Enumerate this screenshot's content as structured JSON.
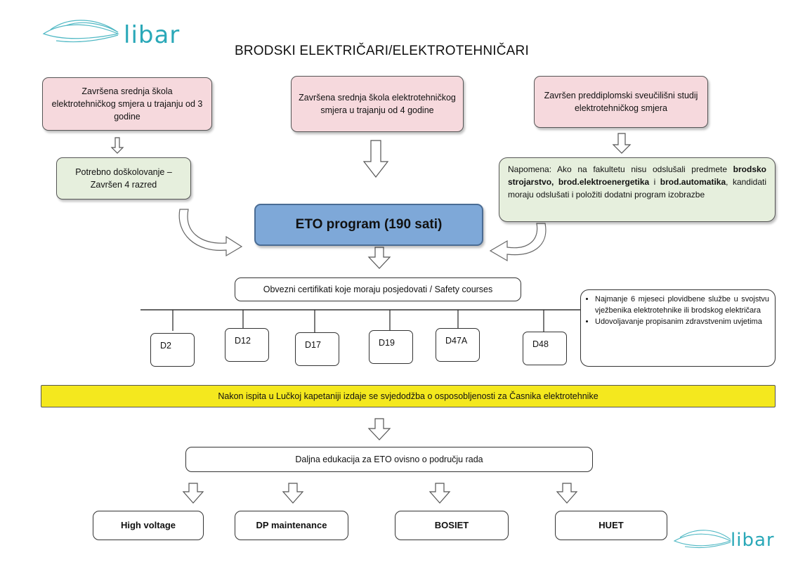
{
  "logo_top": {
    "word": "libar"
  },
  "logo_bottom": {
    "word": "libar"
  },
  "title": "BRODSKI ELEKTRIČARI/ELEKTROTEHNIČARI",
  "entry": {
    "left": "Završena srednja škola elektrotehničkog smjera u trajanju od 3 godine",
    "middle": "Završena srednja škola elektrotehničkog smjera u trajanju od 4  godine",
    "right": "Završen preddiplomski sveučilišni studij elektrotehničkog smjera"
  },
  "extra_training": "Potrebno doškolovanje – Završen 4 razred",
  "note": {
    "p1": "Napomena: Ako na fakultetu nisu odslušali predmete ",
    "b1": "brodsko strojarstvo, brod.elektroenergetika",
    "p2": " i ",
    "b2": "brod.automatika",
    "p3": ", kandidati moraju odslušati i položiti dodatni program izobrazbe"
  },
  "eto_program": "ETO program (190 sati)",
  "certificates": "Obvezni certifikati koje moraju posjedovati / Safety courses",
  "courses": [
    "D2",
    "D12",
    "D17",
    "D19",
    "D47A",
    "D48"
  ],
  "requirements": [
    "Najmanje 6 mjeseci plovidbene službe u svojstvu vježbenika elektrotehnike ili brodskog električara",
    "Udovoljavanje propisanim zdravstvenim uvjetima"
  ],
  "harbor_exam": "Nakon ispita u Lučkoj kapetaniji izdaje se svjedodžba o osposobljenosti za  Časnika elektrotehnike",
  "further_education": "Daljna edukacija za ETO ovisno o području rada",
  "specializations": [
    "High voltage",
    "DP maintenance",
    "BOSIET",
    "HUET"
  ]
}
